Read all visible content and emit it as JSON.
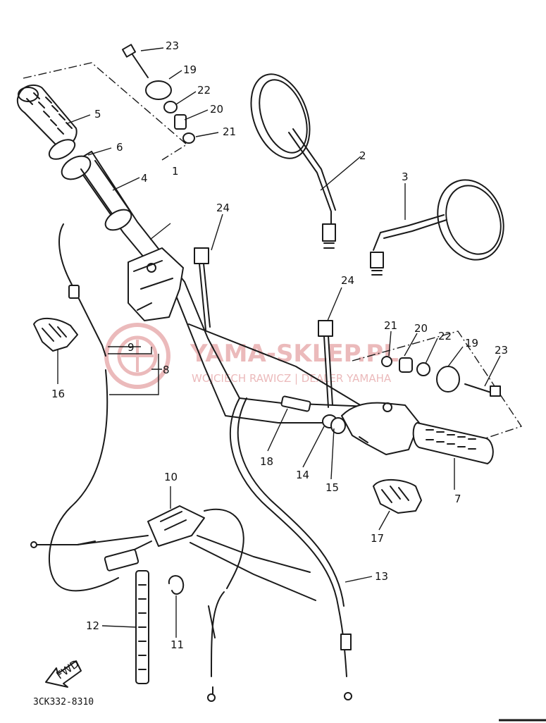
{
  "diagram_code": "3CK332-8310",
  "fwd_label": "FWD",
  "watermark": {
    "main": "YAMA-SKLEP.PL",
    "sub": "WOJCIECH RAWICZ | DEALER YAMAHA"
  },
  "callouts": [
    {
      "id": "c1",
      "text": "1"
    },
    {
      "id": "c2",
      "text": "2"
    },
    {
      "id": "c3",
      "text": "3"
    },
    {
      "id": "c4",
      "text": "4"
    },
    {
      "id": "c5",
      "text": "5"
    },
    {
      "id": "c6",
      "text": "6"
    },
    {
      "id": "c7",
      "text": "7"
    },
    {
      "id": "c8",
      "text": "8"
    },
    {
      "id": "c9",
      "text": "9"
    },
    {
      "id": "c10",
      "text": "10"
    },
    {
      "id": "c11",
      "text": "11"
    },
    {
      "id": "c12",
      "text": "12"
    },
    {
      "id": "c13",
      "text": "13"
    },
    {
      "id": "c14",
      "text": "14"
    },
    {
      "id": "c15",
      "text": "15"
    },
    {
      "id": "c16",
      "text": "16"
    },
    {
      "id": "c17",
      "text": "17"
    },
    {
      "id": "c18",
      "text": "18"
    },
    {
      "id": "c19a",
      "text": "19"
    },
    {
      "id": "c19b",
      "text": "19"
    },
    {
      "id": "c20a",
      "text": "20"
    },
    {
      "id": "c20b",
      "text": "20"
    },
    {
      "id": "c21a",
      "text": "21"
    },
    {
      "id": "c21b",
      "text": "21"
    },
    {
      "id": "c22a",
      "text": "22"
    },
    {
      "id": "c22b",
      "text": "22"
    },
    {
      "id": "c23a",
      "text": "23"
    },
    {
      "id": "c23b",
      "text": "23"
    },
    {
      "id": "c24a",
      "text": "24"
    },
    {
      "id": "c24b",
      "text": "24"
    }
  ]
}
